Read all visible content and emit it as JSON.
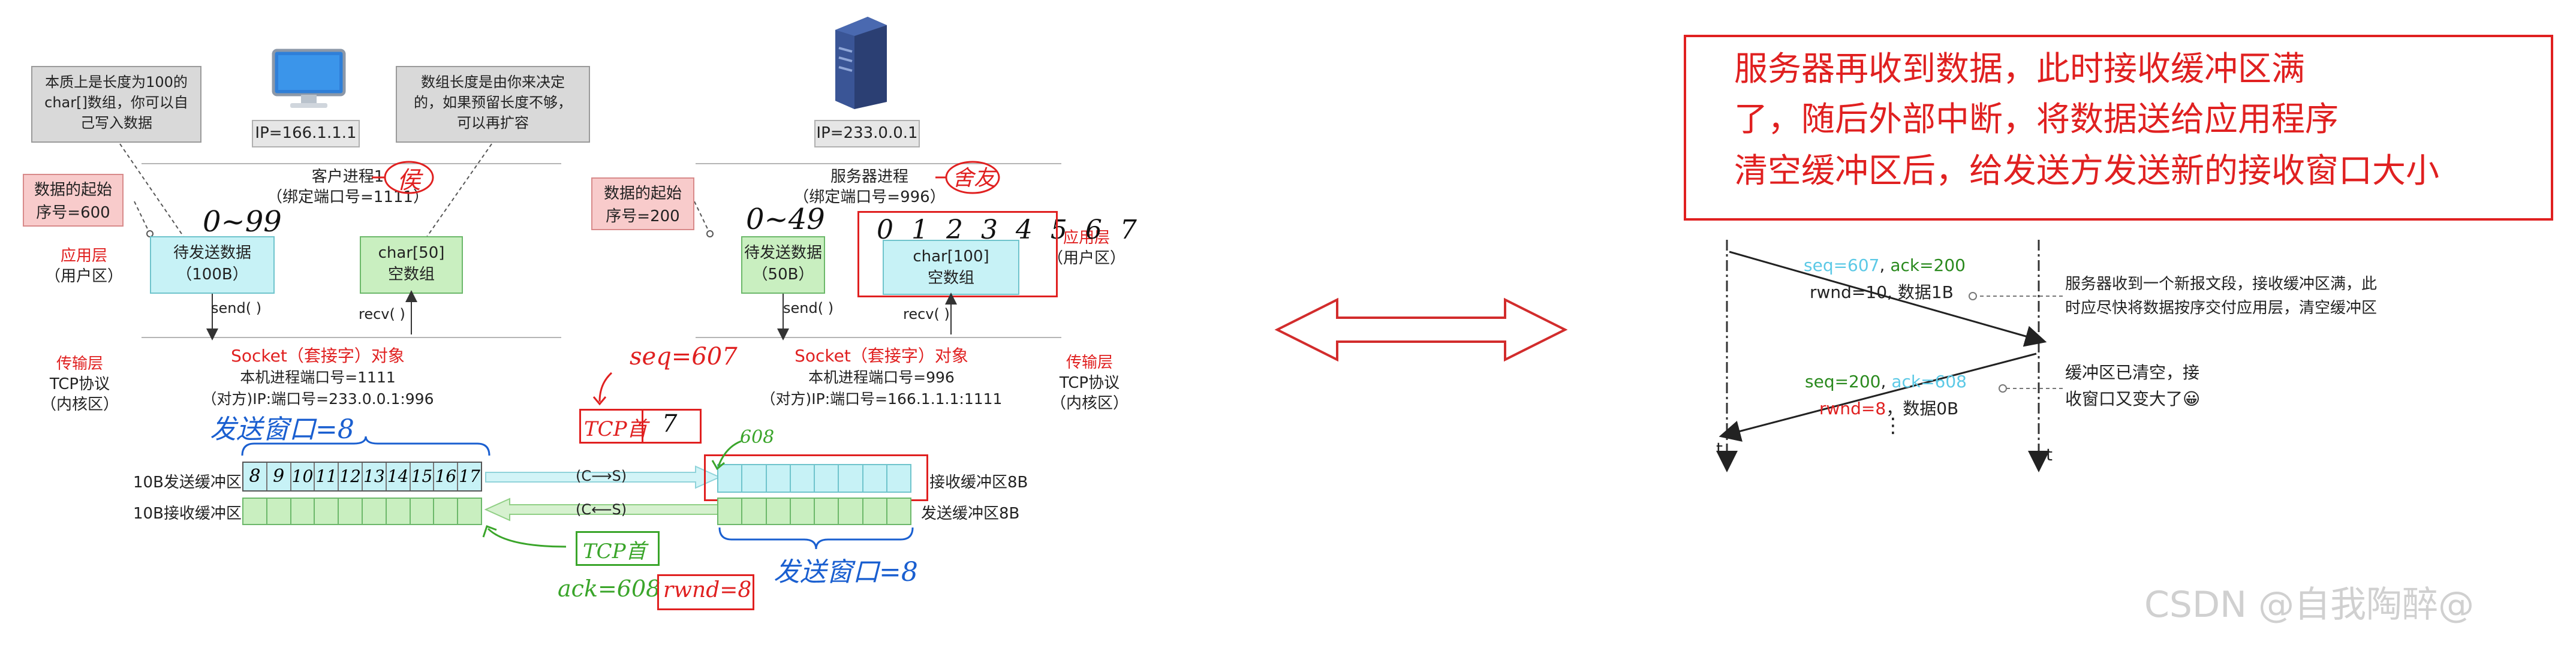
{
  "left": {
    "client": {
      "ip": "IP=166.1.1.1",
      "note_array": [
        "本质上是长度为100的",
        "char[]数组，你可以自",
        "己写入数据"
      ],
      "process": [
        "客户进程1",
        "（绑定端口号=1111）"
      ],
      "start_seq": [
        "数据的起始",
        "序号=600"
      ],
      "app_layer": [
        "应用层",
        "（用户区）"
      ],
      "pending_data": [
        "待发送数据",
        "（100B）"
      ],
      "array": [
        "char[50]",
        "空数组"
      ],
      "send": "send( )",
      "recv": "recv( )",
      "socket": "Socket（套接字）对象",
      "local_port": "本机进程端口号=1111",
      "remote": "（对方)IP:端口号=233.0.0.1:996",
      "transport": [
        "传输层",
        "TCP协议",
        "（内核区）"
      ],
      "send_buf": "10B发送缓冲区",
      "recv_buf": "10B接收缓冲区",
      "send_digits": [
        "8",
        "9",
        "10",
        "11",
        "12",
        "13",
        "14",
        "15",
        "16",
        "17"
      ],
      "hand_range": "0~99",
      "hand_send_window": "发送窗口=8",
      "hand_client": "侯",
      "hand_ack": "ack=608",
      "hand_rwnd": "rwnd=8",
      "hand_tcp_head": "TCP首"
    },
    "server": {
      "ip": "IP=233.0.0.1",
      "note_array": [
        "数组长度是由你来决定",
        "的，如果预留长度不够，",
        "可以再扩容"
      ],
      "process": [
        "服务器进程",
        "（绑定端口号=996）"
      ],
      "start_seq": [
        "数据的起始",
        "序号=200"
      ],
      "app_layer": [
        "应用层",
        "（用户区）"
      ],
      "pending_data": [
        "待发送数据",
        "（50B）"
      ],
      "array": [
        "char[100]",
        "空数组"
      ],
      "send": "send( )",
      "recv": "recv( )",
      "socket": "Socket（套接字）对象",
      "local_port": "本机进程端口号=996",
      "remote": "（对方)IP:端口号=166.1.1.1:1111",
      "transport": [
        "传输层",
        "TCP协议",
        "（内核区）"
      ],
      "recv_buf": "接收缓冲区8B",
      "send_buf": "发送缓冲区8B",
      "hand_range": "0~49",
      "hand_digits": "0 1 2 3 4 5 6 7",
      "hand_server": "舍友",
      "hand_seq": "seq=607",
      "hand_tcp_head": "TCP首",
      "hand_tcp_val": "7",
      "hand_608": "608",
      "hand_send_window": "发送窗口=8"
    },
    "arrows": {
      "c_to_s": "(C⟶S)",
      "c_from_s": "(C⟵S)"
    }
  },
  "right": {
    "heading": [
      "服务器再收到数据，此时接收缓冲区满",
      "了，随后外部中断，将数据送给应用程序",
      "清空缓冲区后，给发送方发送新的接收窗口大小"
    ],
    "seq_line1": {
      "seq": "seq=607",
      "sep": ", ",
      "ack": "ack=200"
    },
    "seq_line2": "rwnd=10, 数据1B",
    "note1": [
      "服务器收到一个新报文段，接收缓冲区满，此",
      "时应尽快将数据按序交付应用层，清空缓冲区"
    ],
    "seq_line3": {
      "seq": "seq=200",
      "sep": ", ",
      "ack": "ack=608"
    },
    "seq_line4": {
      "rwnd": "rwnd=8",
      "rest": "，数据0B"
    },
    "note2": [
      "缓冲区已清空，接",
      "收窗口又变大了😀"
    ],
    "dots": "⋮",
    "t": "t"
  },
  "watermark": "CSDN @自我陶醉@",
  "colors": {
    "red": "#e02020",
    "blue": "#1a5fd0",
    "green": "#3aa52a",
    "cyan_text": "#5cc9e6",
    "ack_green": "#2a8a1e"
  }
}
